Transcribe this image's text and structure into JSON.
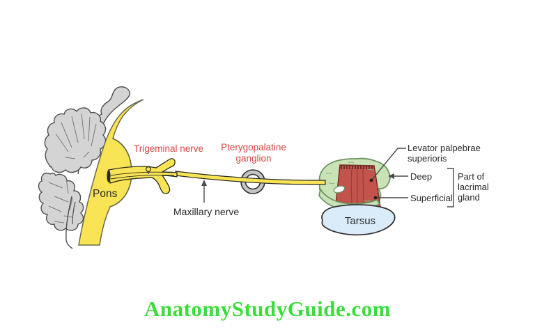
{
  "figure": {
    "title_hint": "Nerve pathway from pons to lacrimal gland",
    "labels": {
      "pons": "Pons",
      "trigeminal_nerve": "Trigeminal nerve",
      "maxillary_nerve": "Maxillary nerve",
      "pterygopalatine_line1": "Pterygopalatine",
      "pterygopalatine_line2": "ganglion",
      "levator_line1": "Levator palpebrae",
      "levator_line2": "superioris",
      "deep": "Deep",
      "superficial": "Superficial",
      "part_of_line1": "Part of",
      "part_of_line2": "lacrimal",
      "part_of_line3": "gland",
      "tarsus": "Tarsus"
    },
    "watermark": "AnatomyStudyGuide.com",
    "colors": {
      "brainstem_yellow": "#f8e455",
      "cerebellum_gray": "#d4d4d4",
      "ganglion_ring_gray": "#c4c4c4",
      "gland_green": "#c9e2b6",
      "gland_green_outline": "#6d9464",
      "muscle_red": "#c2544c",
      "muscle_red_outline": "#7c2b24",
      "tarsus_blue": "#daecfa",
      "label_red": "#d8453f",
      "label_dark": "#2a2a2a",
      "watermark_green": "#3bdd3b"
    }
  }
}
